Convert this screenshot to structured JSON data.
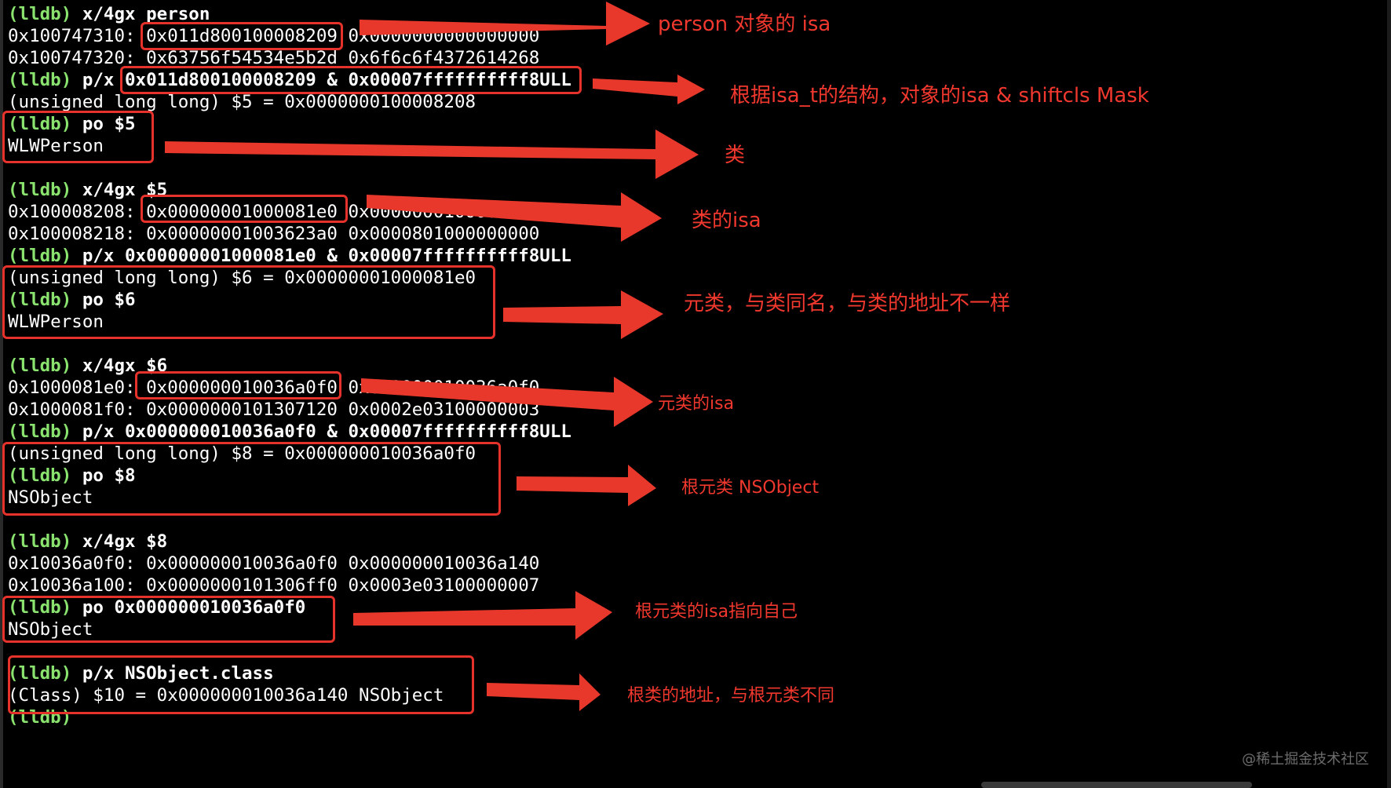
{
  "terminal": {
    "lines": [
      {
        "prompt": "(lldb)",
        "cmd": " x/4gx person"
      },
      {
        "out": "0x100747310: 0x011d800100008209 0x0000000000000000"
      },
      {
        "out": "0x100747320: 0x63756f54534e5b2d 0x6f6c6f4372614268"
      },
      {
        "prompt": "(lldb)",
        "cmd": " p/x 0x011d800100008209 & 0x00007ffffffffff8ULL"
      },
      {
        "out": "(unsigned long long) $5 = 0x0000000100008208"
      },
      {
        "prompt": "(lldb)",
        "cmd": " po $5"
      },
      {
        "out": "WLWPerson"
      },
      {
        "out": ""
      },
      {
        "prompt": "(lldb)",
        "cmd": " x/4gx $5"
      },
      {
        "out": "0x100008208: 0x00000001000081e0 0x0000000100000000"
      },
      {
        "out": "0x100008218: 0x00000001003623a0 0x0000801000000000"
      },
      {
        "prompt": "(lldb)",
        "cmd": " p/x 0x00000001000081e0 & 0x00007ffffffffff8ULL"
      },
      {
        "out": "(unsigned long long) $6 = 0x00000001000081e0"
      },
      {
        "prompt": "(lldb)",
        "cmd": " po $6"
      },
      {
        "out": "WLWPerson"
      },
      {
        "out": ""
      },
      {
        "prompt": "(lldb)",
        "cmd": " x/4gx $6"
      },
      {
        "out": "0x1000081e0: 0x000000010036a0f0 0x000000010036a0f0"
      },
      {
        "out": "0x1000081f0: 0x0000000101307120 0x0002e03100000003"
      },
      {
        "prompt": "(lldb)",
        "cmd": " p/x 0x000000010036a0f0 & 0x00007ffffffffff8ULL"
      },
      {
        "out": "(unsigned long long) $8 = 0x000000010036a0f0"
      },
      {
        "prompt": "(lldb)",
        "cmd": " po $8"
      },
      {
        "out": "NSObject"
      },
      {
        "out": ""
      },
      {
        "prompt": "(lldb)",
        "cmd": " x/4gx $8"
      },
      {
        "out": "0x10036a0f0: 0x000000010036a0f0 0x000000010036a140"
      },
      {
        "out": "0x10036a100: 0x0000000101306ff0 0x0003e03100000007"
      },
      {
        "prompt": "(lldb)",
        "cmd": " po 0x000000010036a0f0"
      },
      {
        "out": "NSObject"
      },
      {
        "out": ""
      },
      {
        "prompt": "(lldb)",
        "cmd": " p/x NSObject.class"
      },
      {
        "out": "(Class) $10 = 0x000000010036a140 NSObject"
      },
      {
        "prompt": "(lldb)",
        "cmd": ""
      }
    ]
  },
  "annotations": [
    {
      "text": "person 对象的 isa"
    },
    {
      "text": "根据isa_t的结构，对象的isa & shiftcls Mask"
    },
    {
      "text": "类"
    },
    {
      "text": "类的isa"
    },
    {
      "text": "元类，与类同名，与类的地址不一样"
    },
    {
      "text": "元类的isa"
    },
    {
      "text": "根元类 NSObject"
    },
    {
      "text": "根元类的isa指向自己"
    },
    {
      "text": "根类的地址，与根元类不同"
    }
  ],
  "colors": {
    "background": "#000000",
    "prompt": "#8be36f",
    "text": "#ffffff",
    "annotation": "#f0382e",
    "box": "#e5322a"
  },
  "watermark": "@稀土掘金技术社区"
}
